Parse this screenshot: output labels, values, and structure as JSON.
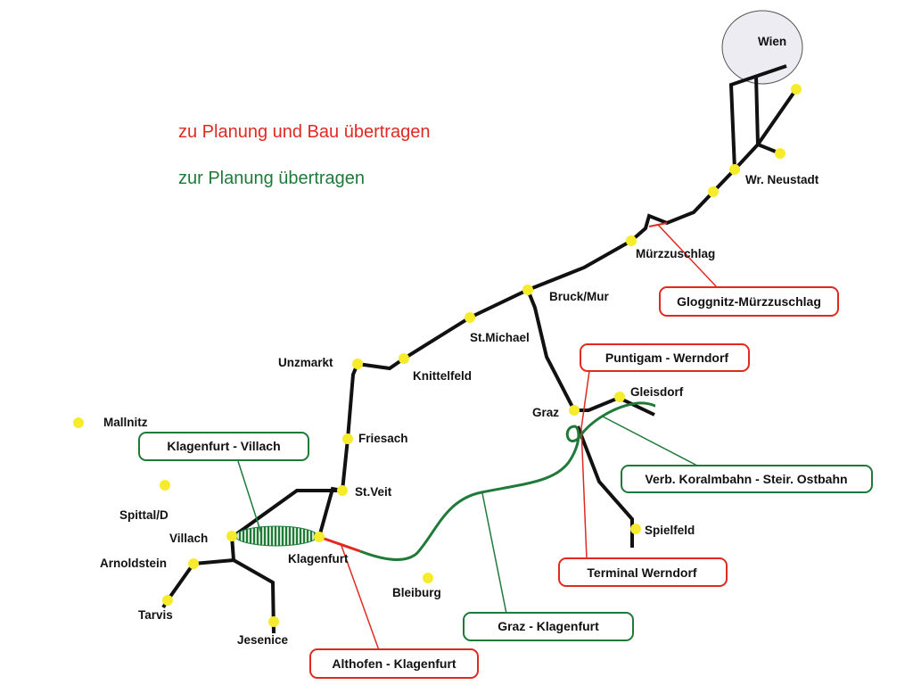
{
  "legend": {
    "red_label": "zu Planung und Bau übertragen",
    "green_label": "zur Planung übertragen",
    "red_color": "#e02a20",
    "green_color": "#1f7a3a"
  },
  "stations": {
    "wien": "Wien",
    "wr_neustadt": "Wr. Neustadt",
    "muerzzuschlag": "Mürzzuschlag",
    "bruck": "Bruck/Mur",
    "st_michael": "St.Michael",
    "knittelfeld": "Knittelfeld",
    "unzmarkt": "Unzmarkt",
    "mallnitz": "Mallnitz",
    "friesach": "Friesach",
    "st_veit": "St.Veit",
    "spittal": "Spittal/D",
    "villach": "Villach",
    "arnoldstein": "Arnoldstein",
    "klagenfurt": "Klagenfurt",
    "tarvis": "Tarvis",
    "jesenice": "Jesenice",
    "bleiburg": "Bleiburg",
    "graz": "Graz",
    "gleisdorf": "Gleisdorf",
    "spielfeld": "Spielfeld"
  },
  "projects": {
    "gloggnitz": "Gloggnitz-Mürzzuschlag",
    "puntigam": "Puntigam - Werndorf",
    "koralm_ostbahn": "Verb. Koralmbahn - Steir. Ostbahn",
    "terminal": "Terminal Werndorf",
    "klagenfurt_villach": "Klagenfurt - Villach",
    "graz_klagenfurt": "Graz - Klagenfurt",
    "althofen": "Althofen - Klagenfurt"
  }
}
